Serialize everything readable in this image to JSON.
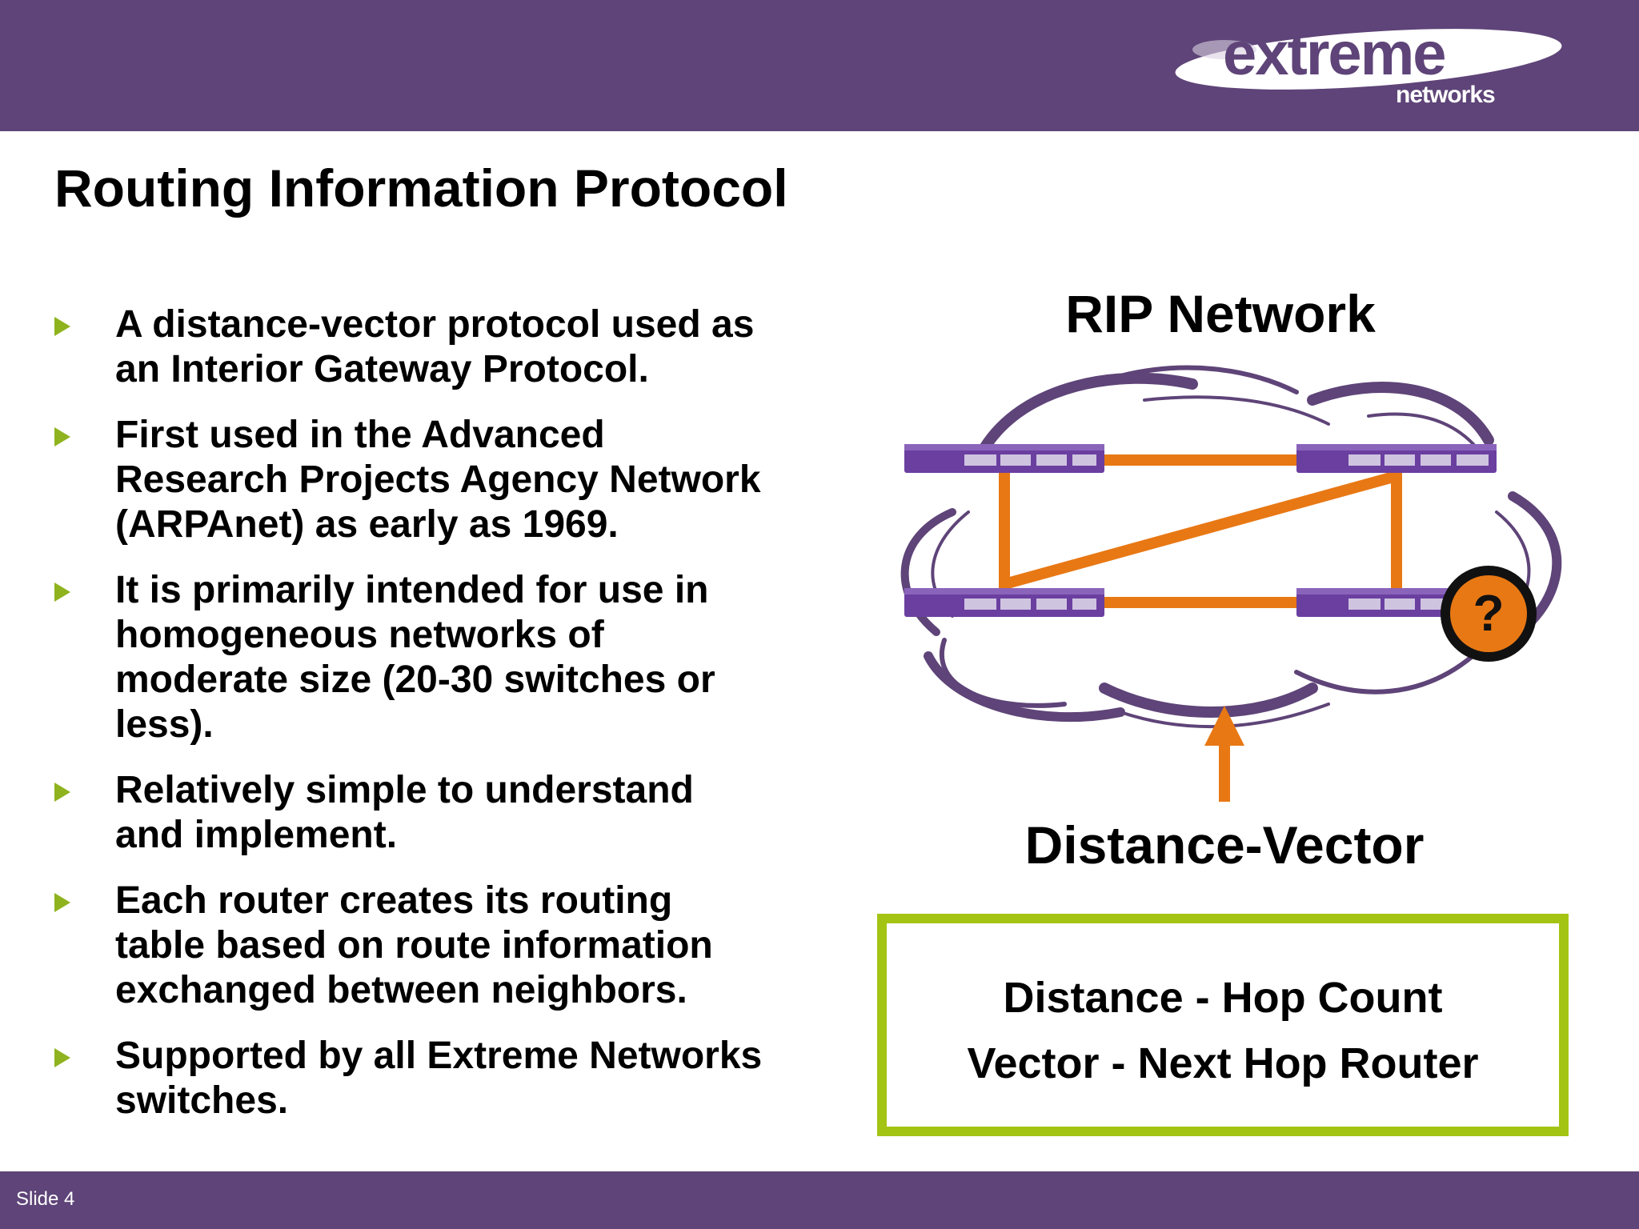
{
  "header": {
    "logo_word": "extreme",
    "logo_sub": "networks"
  },
  "title": "Routing Information Protocol",
  "bullets": [
    {
      "text": "A distance-vector protocol used as an Interior Gateway Protocol."
    },
    {
      "text": "First used in the Advanced Research Projects Agency Network (ARPAnet) as early as 1969."
    },
    {
      "text": "It is primarily intended for use in homogeneous networks of moderate size (20-30 switches or less)."
    },
    {
      "text": "Relatively simple to understand and implement."
    },
    {
      "text": "Each router creates its routing table based on route information exchanged between neighbors."
    },
    {
      "text": "Supported by all Extreme Networks switches."
    }
  ],
  "diagram": {
    "heading": "RIP Network",
    "unknown_marker": "?",
    "arrow_label": "Distance-Vector",
    "colors": {
      "link": "#e87814",
      "switch": "#6a3fa0",
      "cloud": "#5e4478",
      "marker_fill": "#e87814",
      "marker_ring": "#111111"
    }
  },
  "definition_box": {
    "line1": "Distance - Hop Count",
    "line2": "Vector - Next Hop Router",
    "border_color": "#a4c414"
  },
  "footer": {
    "slide_number": "Slide 4"
  },
  "theme": {
    "bar_color": "#5e4478",
    "bullet_color": "#8fb31e"
  }
}
